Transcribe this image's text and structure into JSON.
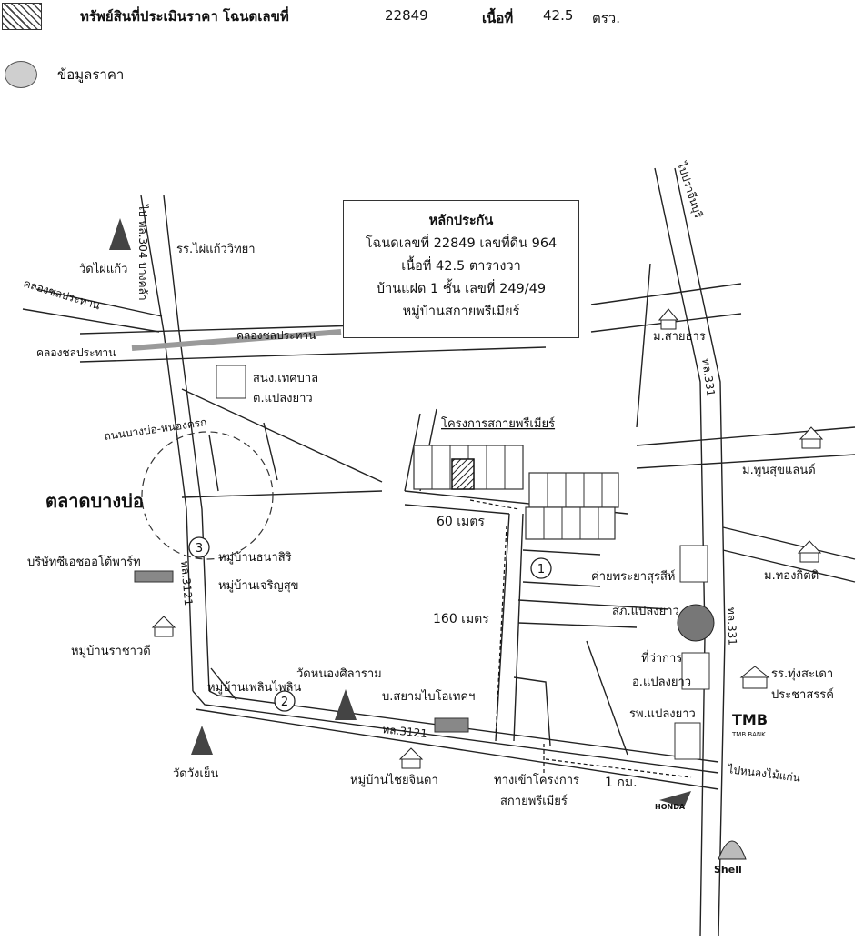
{
  "legend": {
    "appraised": {
      "label": "ทรัพย์สินที่ประเมินราคา โฉนดเลขที่",
      "deed_no": "22849",
      "area_label": "เนื้อที่",
      "area_value": "42.5",
      "area_unit": "ตรว.",
      "icon": "hatched-parcel-icon"
    },
    "price_data": {
      "label": "ข้อมูลราคา",
      "icon": "grey-circle-icon"
    }
  },
  "info_box": {
    "title": "หลักประกัน",
    "line1": "โฉนดเลขที่ 22849  เลขที่ดิน 964",
    "line2": "เนื้อที่ 42.5 ตารางวา",
    "line3": "บ้านแฝด 1 ชั้น เลขที่ 249/49",
    "line4": "หมู่บ้านสกายพรีเมียร์"
  },
  "roads": {
    "r304": "ไป ทล.304 บางคล้า",
    "prachinburi": "ไปปราจีนบุรี",
    "r331_upper": "ทล.331",
    "r331_lower": "ทล.331",
    "r3121_a": "ทล.3121",
    "r3121_b": "ทล.3121",
    "bangbo_nongkhrok": "ถนนบางบ่อ-หนองครก",
    "nongmaikaen": "ไปหนองไม้แก่น",
    "canal_diag": "คลองชลประทาน",
    "canal_mid": "คลองชลประทาน",
    "canal_left": "คลองชลประทาน"
  },
  "places": {
    "wat_phaikaeo": "วัดไผ่แก้ว",
    "school_phaikaeo": "รร.ไผ่แก้ววิทยา",
    "municipality_1": "สนง.เทศบาล",
    "municipality_2": "ต.แปลงยาว",
    "market": "ตลาดบางบ่อ",
    "company_cd": "บริษัทซีเอชออโต้พาร์ท",
    "mb_thanasiri": "หมู่บ้านธนาสิริ",
    "mb_charoensuk": "หมู่บ้านเจริญสุข",
    "mb_rachawadee": "หมู่บ้านราชาวดี",
    "mb_ploenploen": "หมู่บ้านเพลินไพลิน",
    "wat_nongsila": "วัดหนองศิลาราม",
    "wat_wangyen": "วัดวังเย็น",
    "siam_bio": "บ.สยามไบโอเทคฯ",
    "mb_chaichinda": "หมู่บ้านไชยจินดา",
    "project": "โครงการสกายพรีเมียร์",
    "entrance_1": "ทางเข้าโครงการ",
    "entrance_2": "สกายพรีเมียร์",
    "m_saithan": "ม.สายธาร",
    "m_poonsuk": "ม.พูนสุขแลนด์",
    "m_thongkitti": "ม.ทองกิตติ",
    "camp": "ค่ายพระยาสุรสีห์",
    "police": "สภ.แปลงยาว",
    "district_1": "ที่ว่าการ",
    "district_2": "อ.แปลงยาว",
    "hospital": "รพ.แปลงยาว",
    "school_tung_1": "รร.ทุ่งสะเดา",
    "school_tung_2": "ประชาสรรค์",
    "tmb": "TMB",
    "tmb_sub": "TMB BANK",
    "honda": "HONDA",
    "shell": "Shell"
  },
  "distances": {
    "d60": "60 เมตร",
    "d160": "160 เมตร",
    "d1km": "1 กม."
  },
  "markers": {
    "m1": "1",
    "m2": "2",
    "m3": "3"
  }
}
